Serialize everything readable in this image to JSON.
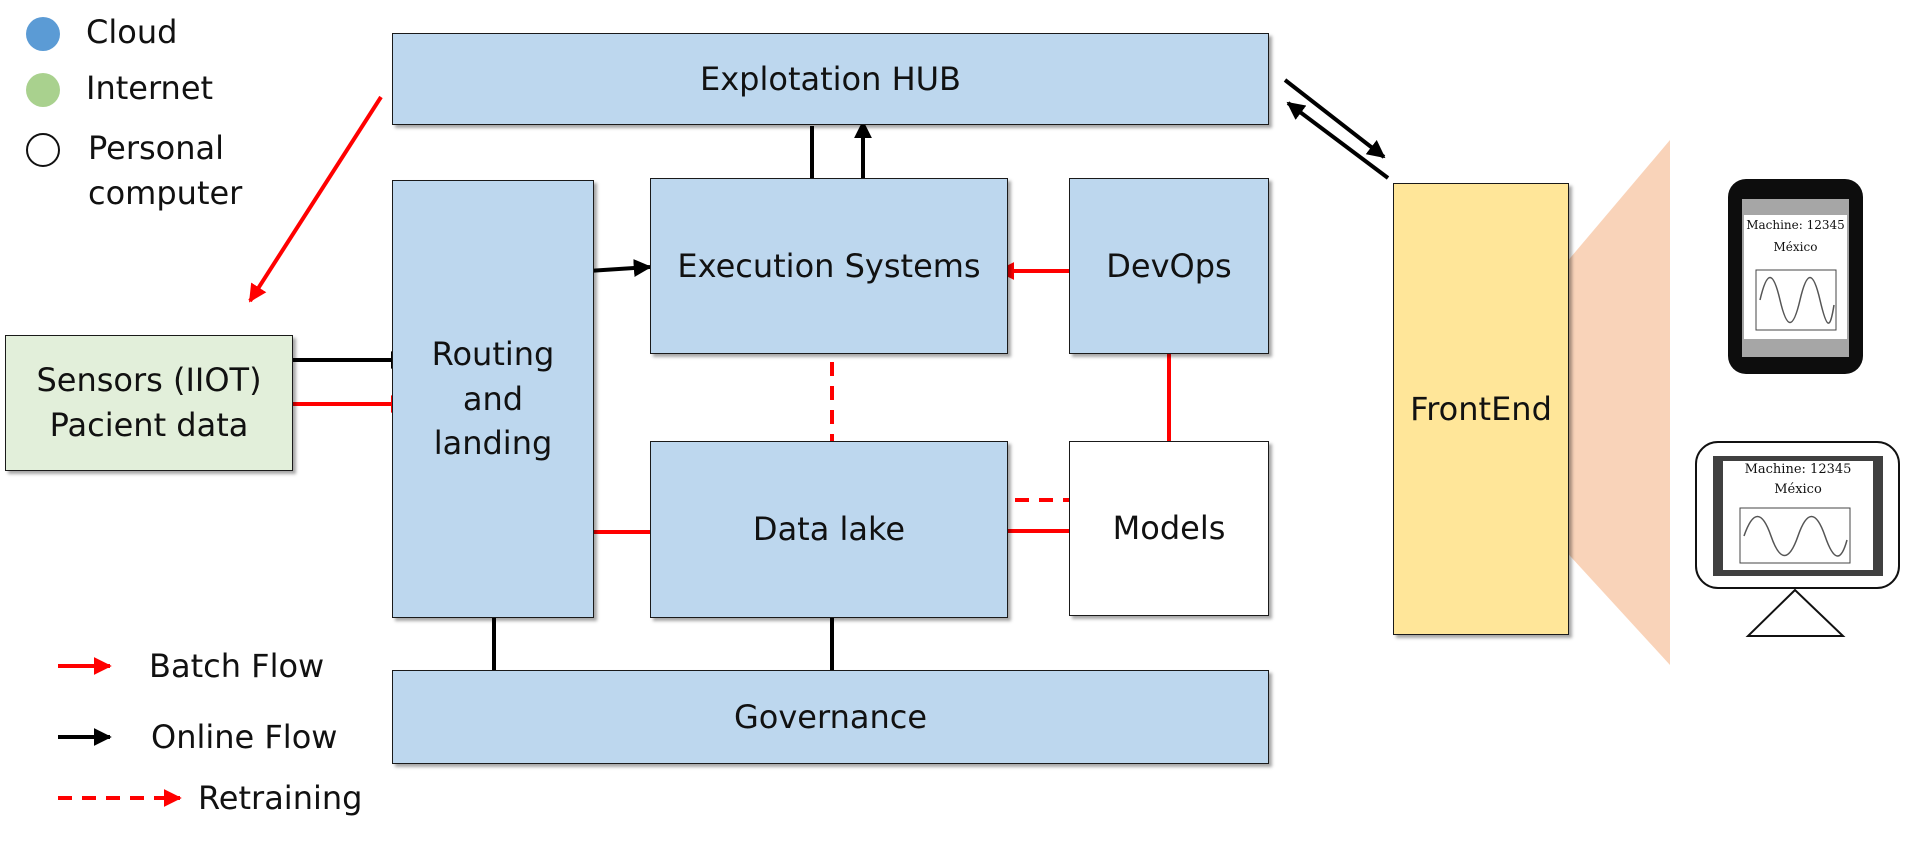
{
  "legend": {
    "cloud": {
      "label": "Cloud",
      "color": "#5b9bd5"
    },
    "internet": {
      "label": "Internet",
      "color": "#a9d18e"
    },
    "personal": {
      "line1": "Personal",
      "line2": "computer"
    }
  },
  "flows": {
    "batch": "Batch Flow",
    "online": "Online Flow",
    "retraining": "Retraining"
  },
  "boxes": {
    "hub": "Explotation HUB",
    "routing": [
      "Routing",
      "and",
      "landing"
    ],
    "execution": "Execution Systems",
    "devops": "DevOps",
    "datalake": "Data lake",
    "models": "Models",
    "governance": "Governance",
    "sensors": [
      "Sensors (IIOT)",
      "Pacient data"
    ],
    "frontend": "FrontEnd"
  },
  "devices": {
    "phone": {
      "line1": "Machine: 12345",
      "line2": "México"
    },
    "monitor": {
      "line1": "Machine: 12345",
      "line2": "México"
    }
  },
  "colors": {
    "box_blue": "#bdd7ee",
    "box_green": "#e2efda",
    "box_yellow": "#ffe699",
    "batch_arrow": "#ff0000",
    "online_arrow": "#000000",
    "cone": "#f8cbad"
  }
}
